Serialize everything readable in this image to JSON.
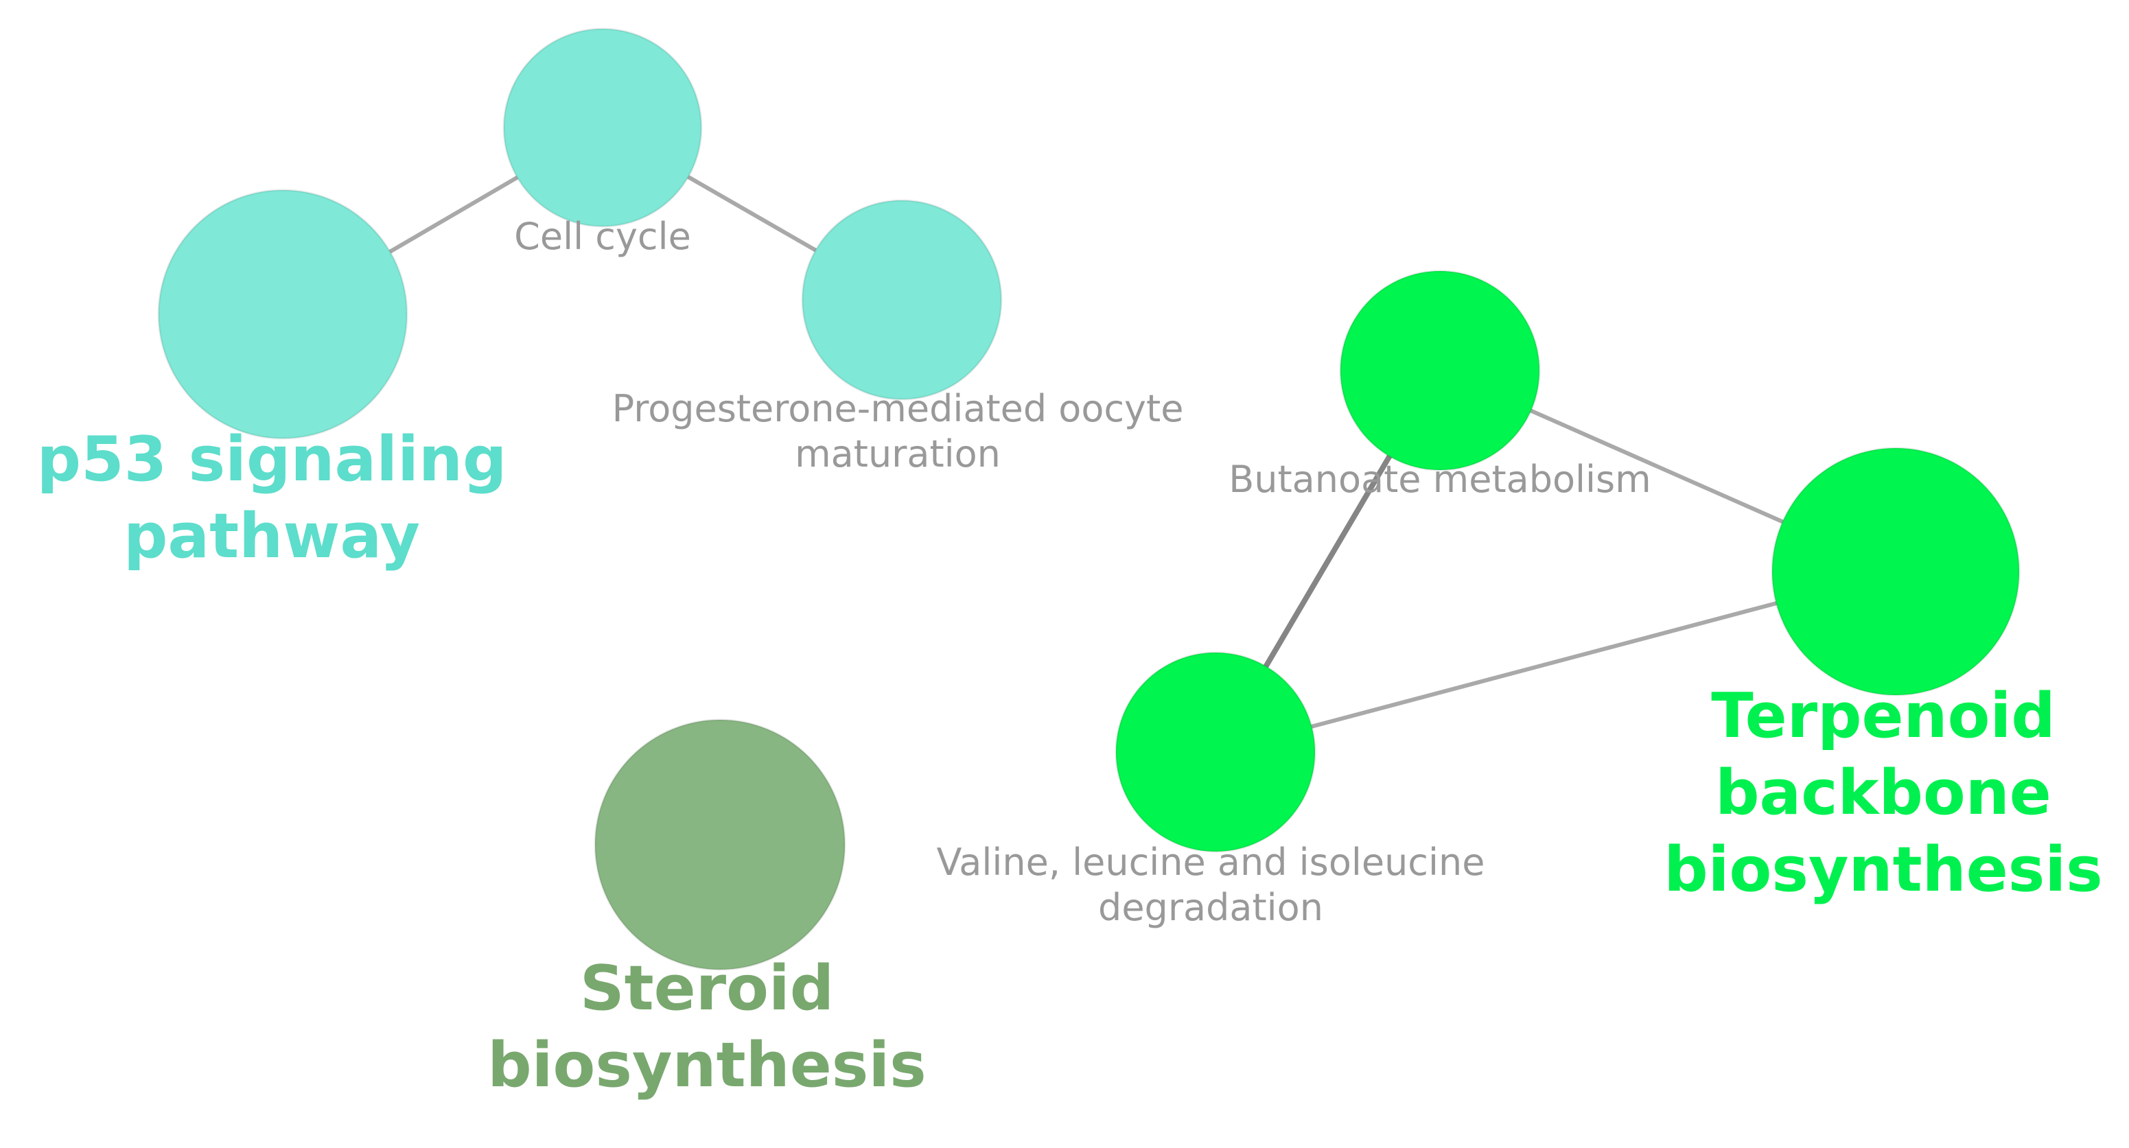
{
  "colors": {
    "cluster_cell_cycle": "#7fe8d6",
    "cluster_cell_cycle_label": "#5dddcb",
    "cluster_steroid": "#88b682",
    "cluster_steroid_label": "#79a86f",
    "cluster_terpenoid": "#00f54e",
    "cluster_terpenoid_label": "#00f050",
    "minor_label": "#999999",
    "edge": "#a9a9a9",
    "edge_strong": "#858585"
  },
  "nodes": [
    {
      "id": "p53",
      "label_lines": [
        "p53 signaling",
        "pathway"
      ],
      "cluster": "cell_cycle",
      "role": "major"
    },
    {
      "id": "cell-cycle",
      "label_lines": [
        "Cell cycle"
      ],
      "cluster": "cell_cycle",
      "role": "minor"
    },
    {
      "id": "progesterone",
      "label_lines": [
        "Progesterone-mediated oocyte",
        "maturation"
      ],
      "cluster": "cell_cycle",
      "role": "minor"
    },
    {
      "id": "steroid",
      "label_lines": [
        "Steroid",
        "biosynthesis"
      ],
      "cluster": "steroid",
      "role": "major"
    },
    {
      "id": "butanoate",
      "label_lines": [
        "Butanoate metabolism"
      ],
      "cluster": "terpenoid",
      "role": "minor"
    },
    {
      "id": "terpenoid",
      "label_lines": [
        "Terpenoid",
        "backbone",
        "biosynthesis"
      ],
      "cluster": "terpenoid",
      "role": "major"
    },
    {
      "id": "valine",
      "label_lines": [
        "Valine, leucine and isoleucine",
        "degradation"
      ],
      "cluster": "terpenoid",
      "role": "minor"
    }
  ],
  "edges": [
    {
      "source": "p53",
      "target": "cell-cycle",
      "strength": "normal"
    },
    {
      "source": "cell-cycle",
      "target": "progesterone",
      "strength": "normal"
    },
    {
      "source": "butanoate",
      "target": "terpenoid",
      "strength": "normal"
    },
    {
      "source": "butanoate",
      "target": "valine",
      "strength": "strong"
    },
    {
      "source": "valine",
      "target": "terpenoid",
      "strength": "normal"
    }
  ]
}
